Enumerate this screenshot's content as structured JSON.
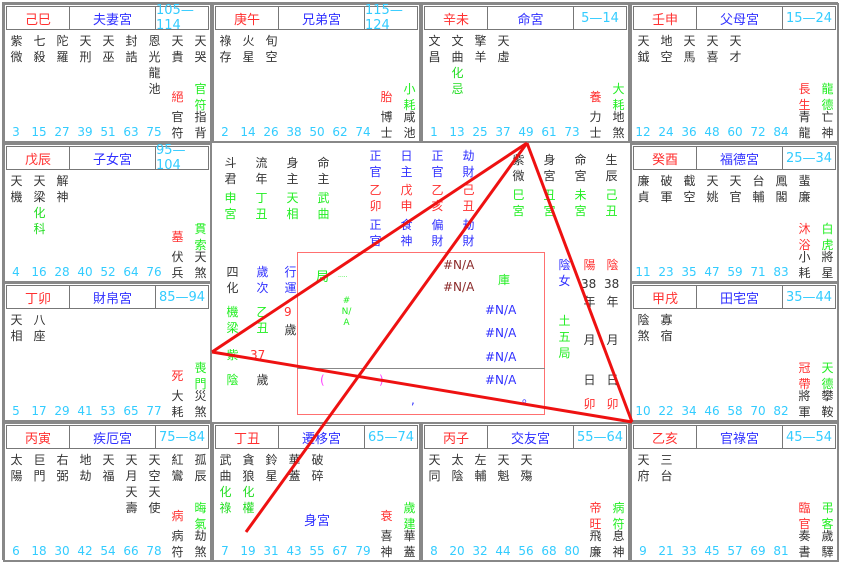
{
  "palaces": [
    {
      "ganzhi": "己巳",
      "name": "夫妻宮",
      "range": "105—114",
      "stars": [
        {
          "n": "紫微"
        },
        {
          "n": "七殺"
        },
        {
          "n": "陀羅"
        },
        {
          "n": "天刑"
        },
        {
          "n": "天巫"
        },
        {
          "n": "封誥"
        },
        {
          "n": "恩光龍池"
        },
        {
          "n": "天貴"
        },
        {
          "n": "天哭"
        }
      ],
      "red": "絕",
      "green": "官符",
      "bottom": [
        "官符",
        "指背"
      ],
      "ages": [
        "3",
        "15",
        "27",
        "39",
        "51",
        "63",
        "75"
      ]
    },
    {
      "ganzhi": "庚午",
      "name": "兄弟宮",
      "range": "115—124",
      "stars": [
        {
          "n": "祿存"
        },
        {
          "n": "火星"
        },
        {
          "n": "旬空"
        }
      ],
      "red": "胎",
      "green": "小耗",
      "bottom": [
        "博士",
        "咸池"
      ],
      "ages": [
        "2",
        "14",
        "26",
        "38",
        "50",
        "62",
        "74"
      ]
    },
    {
      "ganzhi": "辛未",
      "name": "命宮",
      "range": "5—14",
      "stars": [
        {
          "n": "文昌"
        },
        {
          "n": "文曲",
          "h": "化忌"
        },
        {
          "n": "擎羊"
        },
        {
          "n": "天虛"
        }
      ],
      "red": "養",
      "green": "大耗",
      "bottom": [
        "力士",
        "地煞"
      ],
      "ages": [
        "1",
        "13",
        "25",
        "37",
        "49",
        "61",
        "73"
      ]
    },
    {
      "ganzhi": "壬申",
      "name": "父母宮",
      "range": "15—24",
      "stars": [
        {
          "n": "天鉞"
        },
        {
          "n": "地空"
        },
        {
          "n": "天馬"
        },
        {
          "n": "天喜"
        },
        {
          "n": "天才"
        }
      ],
      "red": "長生",
      "green": "龍德",
      "bottom": [
        "青龍",
        "亡神"
      ],
      "ages": [
        "12",
        "24",
        "36",
        "48",
        "60",
        "72",
        "84"
      ]
    },
    {
      "ganzhi": "戊辰",
      "name": "子女宮",
      "range": "95—104",
      "stars": [
        {
          "n": "天機"
        },
        {
          "n": "天梁",
          "h": "化科"
        },
        {
          "n": "解神"
        }
      ],
      "red": "墓",
      "green": "貫索",
      "bottom": [
        "伏兵",
        "天煞"
      ],
      "ages": [
        "4",
        "16",
        "28",
        "40",
        "52",
        "64",
        "76"
      ]
    },
    {
      "ganzhi": "癸酉",
      "name": "福德宮",
      "range": "25—34",
      "stars": [
        {
          "n": "廉貞"
        },
        {
          "n": "破軍"
        },
        {
          "n": "截空"
        },
        {
          "n": "天姚"
        },
        {
          "n": "天官"
        },
        {
          "n": "台輔"
        },
        {
          "n": "鳳閣"
        },
        {
          "n": "蜚廉"
        }
      ],
      "red": "沐浴",
      "green": "白虎",
      "bottom": [
        "小耗",
        "將星"
      ],
      "ages": [
        "11",
        "23",
        "35",
        "47",
        "59",
        "71",
        "83"
      ]
    },
    {
      "ganzhi": "丁卯",
      "name": "財帛宮",
      "range": "85—94",
      "stars": [
        {
          "n": "天相"
        },
        {
          "n": "八座"
        }
      ],
      "red": "死",
      "green": "喪門",
      "bottom": [
        "大耗",
        "災煞"
      ],
      "ages": [
        "5",
        "17",
        "29",
        "41",
        "53",
        "65",
        "77"
      ]
    },
    {
      "ganzhi": "甲戌",
      "name": "田宅宮",
      "range": "35—44",
      "stars": [
        {
          "n": "陰煞"
        },
        {
          "n": "寡宿"
        }
      ],
      "red": "冠帶",
      "green": "天德",
      "bottom": [
        "將軍",
        "攀鞍"
      ],
      "ages": [
        "10",
        "22",
        "34",
        "46",
        "58",
        "70",
        "82"
      ]
    },
    {
      "ganzhi": "丙寅",
      "name": "疾厄宮",
      "range": "75—84",
      "stars": [
        {
          "n": "太陽"
        },
        {
          "n": "巨門"
        },
        {
          "n": "右弼"
        },
        {
          "n": "地劫"
        },
        {
          "n": "天福"
        },
        {
          "n": "天月天壽"
        },
        {
          "n": "天空天使"
        },
        {
          "n": "紅鸞"
        },
        {
          "n": "孤辰"
        }
      ],
      "red": "病",
      "green": "晦氣",
      "bottom": [
        "病符",
        "劫煞"
      ],
      "ages": [
        "6",
        "18",
        "30",
        "42",
        "54",
        "66",
        "78"
      ]
    },
    {
      "ganzhi": "丁丑",
      "name": "遷移宮",
      "range": "65—74",
      "stars": [
        {
          "n": "武曲",
          "h": "化祿"
        },
        {
          "n": "貪狼",
          "h": "化權"
        },
        {
          "n": "鈴星"
        },
        {
          "n": "華蓋"
        },
        {
          "n": "破碎"
        }
      ],
      "red": "衰",
      "green": "歲建",
      "bottom": [
        "喜神",
        "華蓋"
      ],
      "ages": [
        "7",
        "19",
        "31",
        "43",
        "55",
        "67",
        "79"
      ],
      "extra": "身宮"
    },
    {
      "ganzhi": "丙子",
      "name": "交友宮",
      "range": "55—64",
      "stars": [
        {
          "n": "天同"
        },
        {
          "n": "太陰"
        },
        {
          "n": "左輔"
        },
        {
          "n": "天魁"
        },
        {
          "n": "天殤"
        }
      ],
      "red": "帝旺",
      "green": "病符",
      "bottom": [
        "飛廉",
        "息神"
      ],
      "ages": [
        "8",
        "20",
        "32",
        "44",
        "56",
        "68",
        "80"
      ]
    },
    {
      "ganzhi": "乙亥",
      "name": "官祿宮",
      "range": "45—54",
      "stars": [
        {
          "n": "天府"
        },
        {
          "n": "三台"
        }
      ],
      "red": "臨官",
      "green": "弔客",
      "bottom": [
        "奏書",
        "歲驛"
      ],
      "ages": [
        "9",
        "21",
        "33",
        "45",
        "57",
        "69",
        "81"
      ]
    }
  ],
  "center": {
    "a": [
      {
        "t": "斗君",
        "s": "申宮"
      },
      {
        "t": "流年",
        "s": "丁丑"
      },
      {
        "t": "身主",
        "s": "天相"
      },
      {
        "t": "命主",
        "s": "武曲"
      }
    ],
    "b": [
      {
        "t": "正官",
        "m": "乙卯",
        "s": "正官"
      },
      {
        "t": "日主",
        "m": "戊申",
        "s": "食神"
      },
      {
        "t": "正官",
        "m": "乙亥",
        "s": "偏財"
      },
      {
        "t": "劫財",
        "m": "己丑",
        "s": "劫財"
      }
    ],
    "c": [
      {
        "t": "紫微",
        "s": "巳宮"
      },
      {
        "t": "身宮",
        "s": "丑宮"
      },
      {
        "t": "命宮",
        "s": "未宮"
      },
      {
        "t": "生辰",
        "s": "己丑"
      }
    ],
    "sihua": "四化",
    "suici": "歲次",
    "xingyun": "行運",
    "sihua_stars": "機梁",
    "sihua_zi": "紫",
    "sihua_yin": "陰",
    "suici_val": "乙丑",
    "age_num": "37",
    "age_unit": "歲",
    "xingyun_num": "9",
    "xingyun_unit": "歲",
    "ju": "局",
    "ju_small": "·····",
    "na_vertical": "#N/A",
    "na1": "#N/A",
    "na2": "#N/A",
    "ku": "庫",
    "na3": "#N/A",
    "na4": "#N/A",
    "na5": "#N/A",
    "na6": "#N/A",
    "paren_open": "(",
    "paren_close": ")",
    "comma": ",",
    "period": "。",
    "gender": "陰女",
    "wuxing": "土五局",
    "yang": "陽",
    "yin": "陰",
    "year_num1": "38",
    "year_num2": "38",
    "nian": "年",
    "yue": "月",
    "ri": "日",
    "mao": "卯"
  },
  "colors": {
    "lines": "#ee1111",
    "ganzhi": "#ff3030",
    "palace": "#3030ff",
    "range": "#33ccff",
    "hua": "#22ee22"
  }
}
